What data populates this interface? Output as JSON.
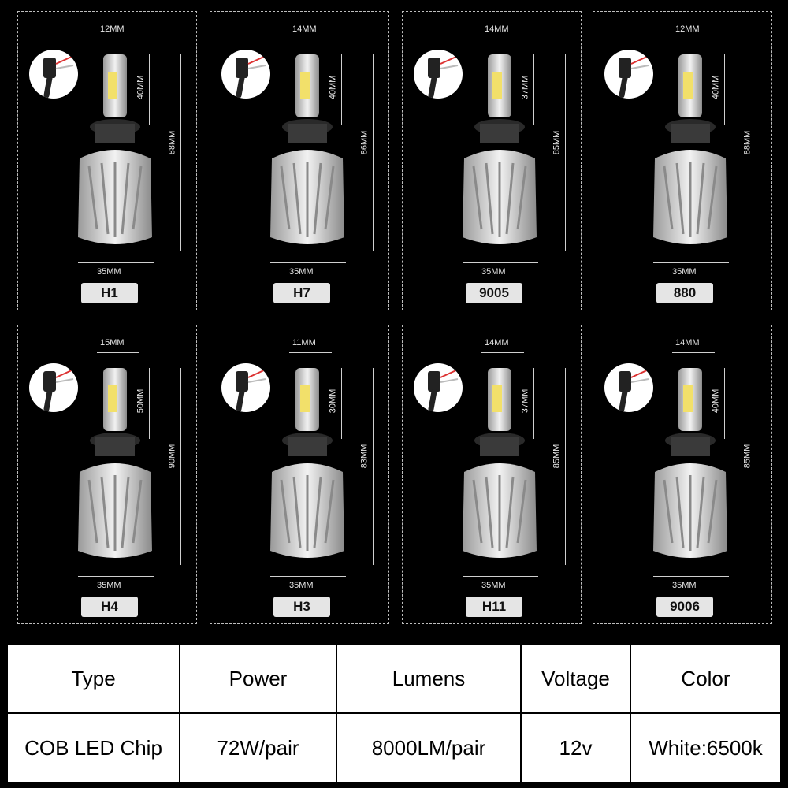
{
  "products": [
    {
      "name": "H1",
      "top_width": "12MM",
      "head_height": "40MM",
      "total_height": "88MM",
      "base_width": "35MM"
    },
    {
      "name": "H7",
      "top_width": "14MM",
      "head_height": "40MM",
      "total_height": "86MM",
      "base_width": "35MM"
    },
    {
      "name": "9005",
      "top_width": "14MM",
      "head_height": "37MM",
      "total_height": "85MM",
      "base_width": "35MM"
    },
    {
      "name": "880",
      "top_width": "12MM",
      "head_height": "40MM",
      "total_height": "88MM",
      "base_width": "35MM"
    },
    {
      "name": "H4",
      "top_width": "15MM",
      "head_height": "50MM",
      "total_height": "90MM",
      "base_width": "35MM"
    },
    {
      "name": "H3",
      "top_width": "11MM",
      "head_height": "30MM",
      "total_height": "83MM",
      "base_width": "35MM"
    },
    {
      "name": "H11",
      "top_width": "14MM",
      "head_height": "37MM",
      "total_height": "85MM",
      "base_width": "35MM"
    },
    {
      "name": "9006",
      "top_width": "14MM",
      "head_height": "40MM",
      "total_height": "85MM",
      "base_width": "35MM"
    }
  ],
  "spec_table": {
    "headers": [
      "Type",
      "Power",
      "Lumens",
      "Voltage",
      "Color"
    ],
    "values": [
      "COB LED Chip",
      "72W/pair",
      "8000LM/pair",
      "12v",
      "White:6500k"
    ]
  },
  "colors": {
    "background": "#000000",
    "bulb_silver": "#d9d9d9",
    "chip_yellow": "#f2e06a"
  }
}
